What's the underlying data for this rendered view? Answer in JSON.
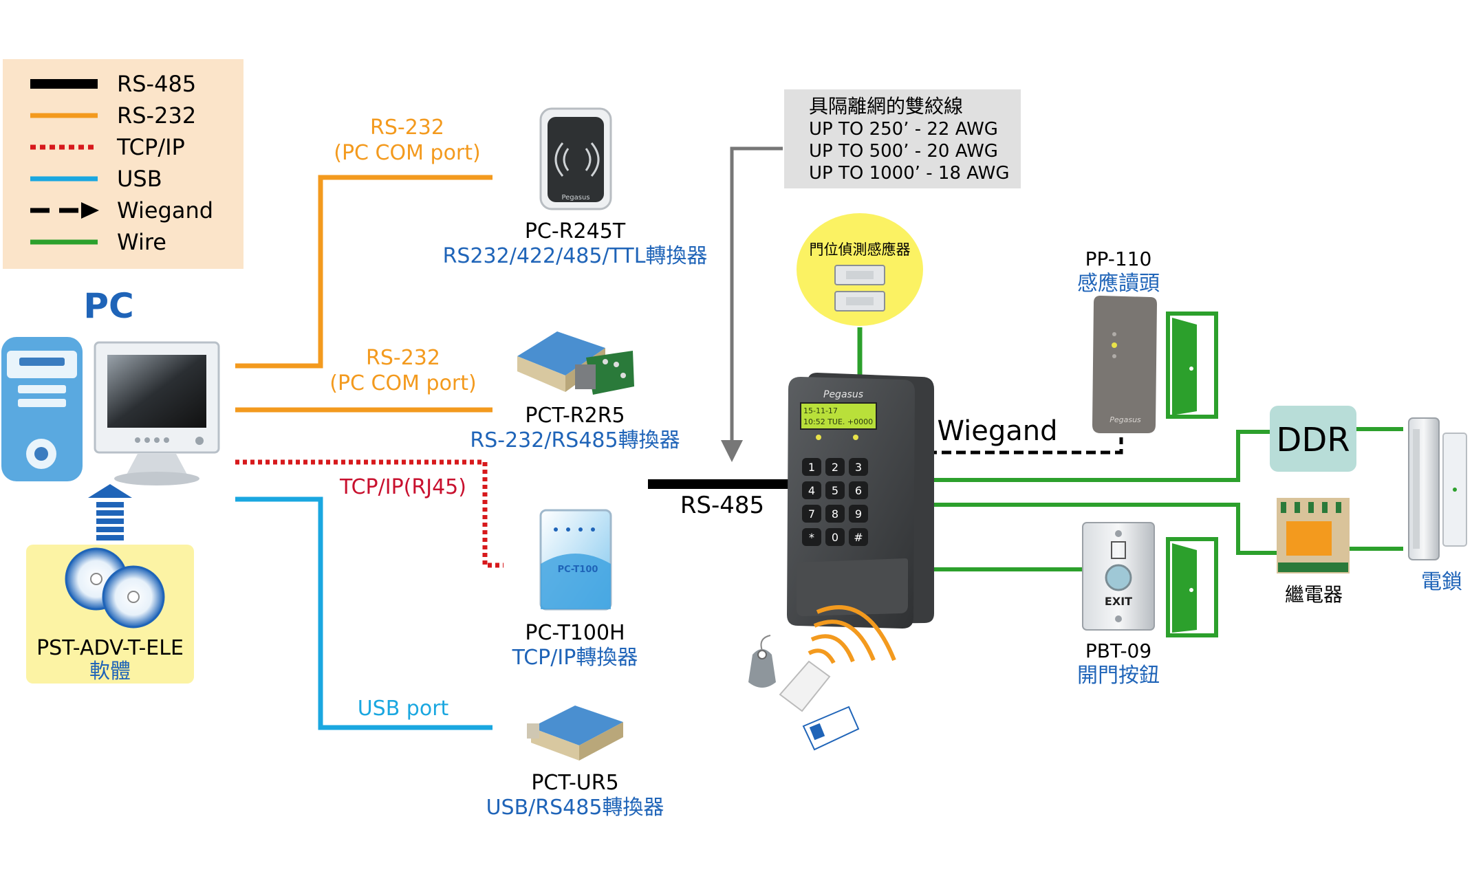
{
  "legend": {
    "items": [
      {
        "label": "RS-485",
        "color": "#000000",
        "style": "solid"
      },
      {
        "label": "RS-232",
        "color": "#f39a1e",
        "style": "solid"
      },
      {
        "label": "TCP/IP",
        "color": "#d7191c",
        "style": "dotted"
      },
      {
        "label": "USB",
        "color": "#1aa7e0",
        "style": "solid"
      },
      {
        "label": "Wiegand",
        "color": "#000000",
        "style": "dashed-arrow"
      },
      {
        "label": "Wire",
        "color": "#2ca02c",
        "style": "solid"
      }
    ]
  },
  "pc": {
    "title": "PC"
  },
  "software": {
    "name": "PST-ADV-T-ELE",
    "desc": "軟體"
  },
  "links": {
    "rs232_a_line1": "RS-232",
    "rs232_a_line2": "(PC COM port)",
    "rs232_b_line1": "RS-232",
    "rs232_b_line2": "(PC COM port)",
    "tcpip": "TCP/IP(RJ45)",
    "usb": "USB port",
    "rs485": "RS-485",
    "wiegand": "Wiegand"
  },
  "converters": {
    "r245t": {
      "name": "PC-R245T",
      "desc": "RS232/422/485/TTL轉換器",
      "logo": "Pegasus"
    },
    "r2r5": {
      "name": "PCT-R2R5",
      "desc": "RS-232/RS485轉換器"
    },
    "t100h": {
      "name": "PC-T100H",
      "desc": "TCP/IP轉換器",
      "label": "PC-T100"
    },
    "ur5": {
      "name": "PCT-UR5",
      "desc": "USB/RS485轉換器"
    }
  },
  "cable_note": {
    "title": "具隔離網的雙絞線",
    "lines": [
      "UP TO 250’ - 22 AWG",
      "UP TO 500’ - 20 AWG",
      "UP TO 1000’ - 18 AWG"
    ]
  },
  "door_sensor": {
    "label": "門位偵測感應器"
  },
  "controller": {
    "brand": "Pegasus",
    "lcd_line1": "15-11-17",
    "lcd_line2": "10:52 TUE. +0000",
    "keys": [
      "1",
      "2",
      "3",
      "4",
      "5",
      "6",
      "7",
      "8",
      "9",
      "*",
      "0",
      "#"
    ]
  },
  "reader": {
    "name": "PP-110",
    "desc": "感應讀頭",
    "brand": "Pegasus"
  },
  "exit_button": {
    "name": "PBT-09",
    "desc": "開門按鈕",
    "label": "EXIT"
  },
  "ddr": {
    "label": "DDR"
  },
  "relay": {
    "label": "繼電器"
  },
  "lock": {
    "label": "電鎖"
  },
  "colors": {
    "orange": "#f39a1e",
    "blue_text": "#1f64b8",
    "red_text": "#c8102e",
    "usb_blue": "#1aa7e0",
    "green": "#2ca02c",
    "gray_line": "#777777"
  }
}
